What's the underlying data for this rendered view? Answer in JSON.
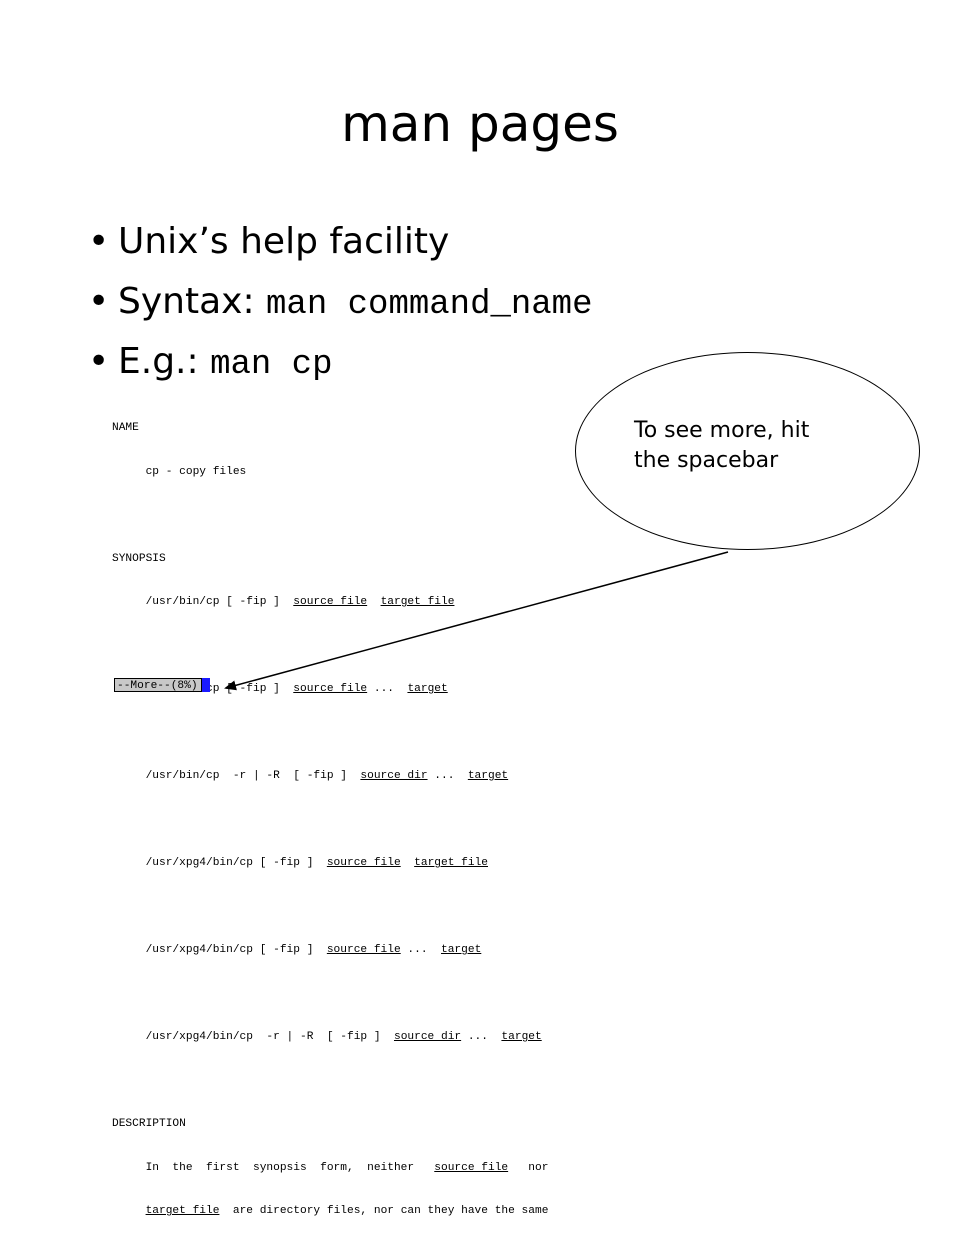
{
  "slide": {
    "title": "man pages",
    "bullets": [
      {
        "marker": "•",
        "text": "Unix’s help facility",
        "code": ""
      },
      {
        "marker": "•",
        "text": "Syntax: ",
        "code": "man command_name"
      },
      {
        "marker": "•",
        "text": "E.g.: ",
        "code": "man cp"
      }
    ]
  },
  "manpage": {
    "lines": [
      "NAME",
      "     cp - copy files",
      "",
      "SYNOPSIS",
      "     /usr/bin/cp [ -fip ]  source file  target file",
      "",
      "     /usr/bin/cp [ -fip ]  source file ...  target",
      "",
      "     /usr/bin/cp  -r | -R  [ -fip ]  source dir ...  target",
      "",
      "     /usr/xpg4/bin/cp [ -fip ]  source file  target file",
      "",
      "     /usr/xpg4/bin/cp [ -fip ]  source file ...  target",
      "",
      "     /usr/xpg4/bin/cp  -r | -R  [ -fip ]  source dir ...  target",
      "",
      "DESCRIPTION",
      "     In  the  first  synopsis  form,  neither   source file   nor",
      "     target file  are directory files, nor can they have the same"
    ],
    "more_prompt": "--More--(8%)"
  },
  "callout": {
    "line1": "To see more, hit",
    "line2": "the spacebar"
  }
}
